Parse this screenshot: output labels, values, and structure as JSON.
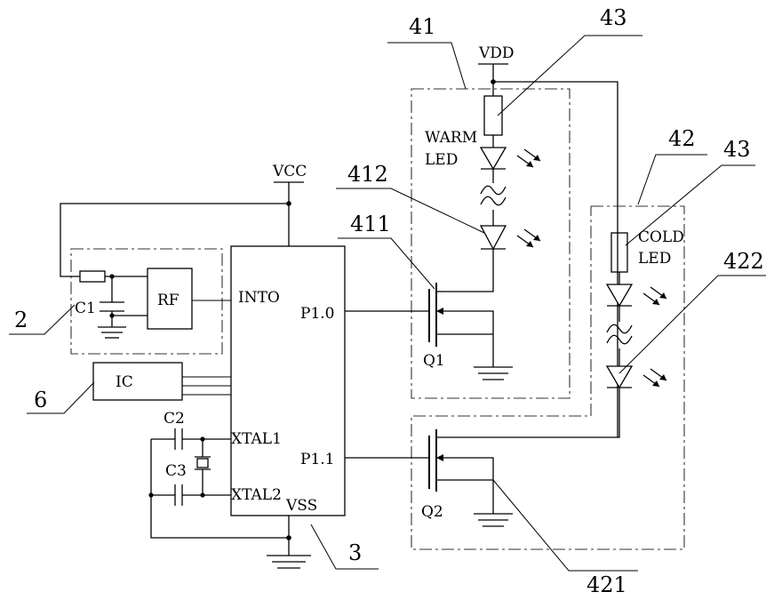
{
  "labels": {
    "vcc": "VCC",
    "vdd": "VDD",
    "rf": "RF",
    "int0": "INTO",
    "ic": "IC",
    "c1": "C1",
    "c2": "C2",
    "c3": "C3",
    "xtal1": "XTAL1",
    "xtal2": "XTAL2",
    "p10": "P1.0",
    "p11": "P1.1",
    "vss": "VSS",
    "q1": "Q1",
    "q2": "Q2",
    "warm_led": "WARM",
    "warm_led2": "LED",
    "cold_led": "COLD",
    "cold_led2": "LED"
  },
  "refs": {
    "r2": "2",
    "r6": "6",
    "r3": "3",
    "r41": "41",
    "r42": "42",
    "r43a": "43",
    "r43b": "43",
    "r411": "411",
    "r412": "412",
    "r421": "421",
    "r422": "422"
  },
  "colors": {
    "line": "#000000",
    "dash": "#333333",
    "background": "#ffffff"
  }
}
